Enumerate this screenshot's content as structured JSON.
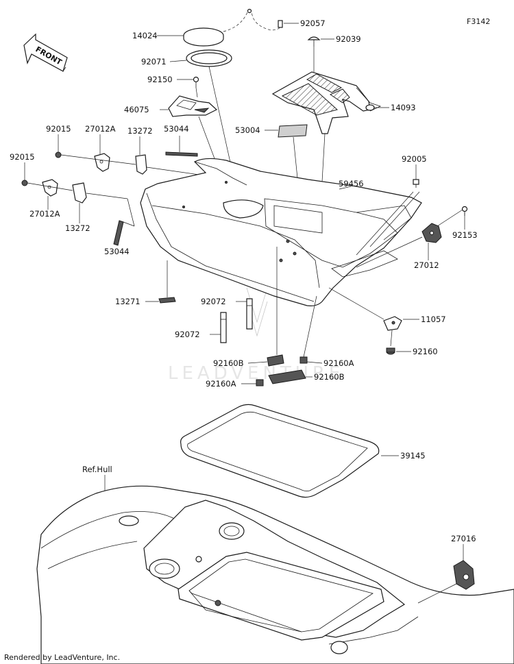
{
  "figure_code": "F3142",
  "front_label": "FRONT",
  "watermark": "LEADVENTURE",
  "footer": "Rendered by LeadVenture, Inc.",
  "ref_hull": "Ref.Hull",
  "parts": {
    "p14024": "14024",
    "p92057": "92057",
    "p92039": "92039",
    "p92071": "92071",
    "p92150": "92150",
    "p46075": "46075",
    "p14093": "14093",
    "p53044_top": "53044",
    "p53004": "53004",
    "p92015_a": "92015",
    "p27012A_a": "27012A",
    "p13272_a": "13272",
    "p92015_b": "92015",
    "p27012A_b": "27012A",
    "p13272_b": "13272",
    "p92005": "92005",
    "p59456": "59456",
    "p92153": "92153",
    "p27012": "27012",
    "p53044_bot": "53044",
    "p13271": "13271",
    "p92072_a": "92072",
    "p92072_b": "92072",
    "p11057": "11057",
    "p92160": "92160",
    "p92160B_a": "92160B",
    "p92160A_a": "92160A",
    "p92160A_b": "92160A",
    "p92160B_b": "92160B",
    "p39145": "39145",
    "p27016": "27016"
  }
}
